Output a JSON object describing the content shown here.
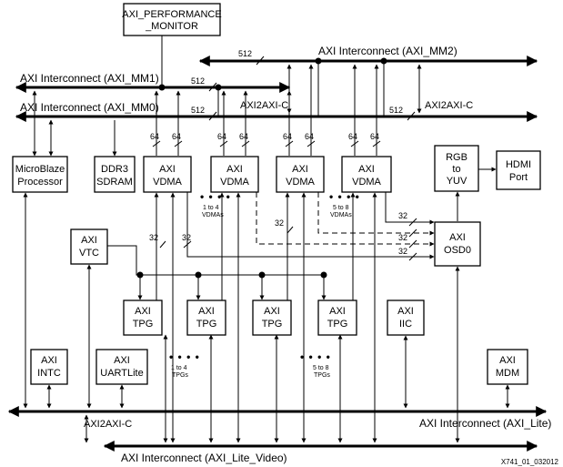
{
  "blocks": {
    "perf_monitor": [
      "AXI_PERFORMANCE",
      "_MONITOR"
    ],
    "microblaze": [
      "MicroBlaze",
      "Processor"
    ],
    "ddr3": [
      "DDR3",
      "SDRAM"
    ],
    "vdma1": [
      "AXI",
      "VDMA"
    ],
    "vdma2": [
      "AXI",
      "VDMA"
    ],
    "vdma3": [
      "AXI",
      "VDMA"
    ],
    "vdma4": [
      "AXI",
      "VDMA"
    ],
    "rgb2yuv": [
      "RGB",
      "to",
      "YUV"
    ],
    "hdmi": [
      "HDMI",
      "Port"
    ],
    "vtc": [
      "AXI",
      "VTC"
    ],
    "osd": [
      "AXI",
      "OSD0"
    ],
    "tpg1": [
      "AXI",
      "TPG"
    ],
    "tpg2": [
      "AXI",
      "TPG"
    ],
    "tpg3": [
      "AXI",
      "TPG"
    ],
    "tpg4": [
      "AXI",
      "TPG"
    ],
    "iic": [
      "AXI",
      "IIC"
    ],
    "intc": [
      "AXI",
      "INTC"
    ],
    "uartlite": [
      "AXI",
      "UARTLite"
    ],
    "mdm": [
      "AXI",
      "MDM"
    ]
  },
  "buses": {
    "mm2": "AXI Interconnect (AXI_MM2)",
    "mm1": "AXI Interconnect (AXI_MM1)",
    "mm0": "AXI Interconnect (AXI_MM0)",
    "lite": "AXI Interconnect (AXI_Lite)",
    "lite_video": "AXI Interconnect (AXI_Lite_Video)"
  },
  "bridges": {
    "axi2axi_c_mid": "AXI2AXI-C",
    "axi2axi_c_right": "AXI2AXI-C",
    "axi2axi_c_bottom": "AXI2AXI-C"
  },
  "widths": {
    "w512": "512",
    "w64": "64",
    "w32": "32"
  },
  "notes": {
    "vdma_1to4": [
      "1 to 4",
      "VDMAs"
    ],
    "vdma_5to8": [
      "5 to 8",
      "VDMAs"
    ],
    "tpg_1to4": [
      "1 to 4",
      "TPGs"
    ],
    "tpg_5to8": [
      "5 to 8",
      "TPGs"
    ],
    "ellipsis": "• • • •"
  },
  "figure_id": "X741_01_032012"
}
